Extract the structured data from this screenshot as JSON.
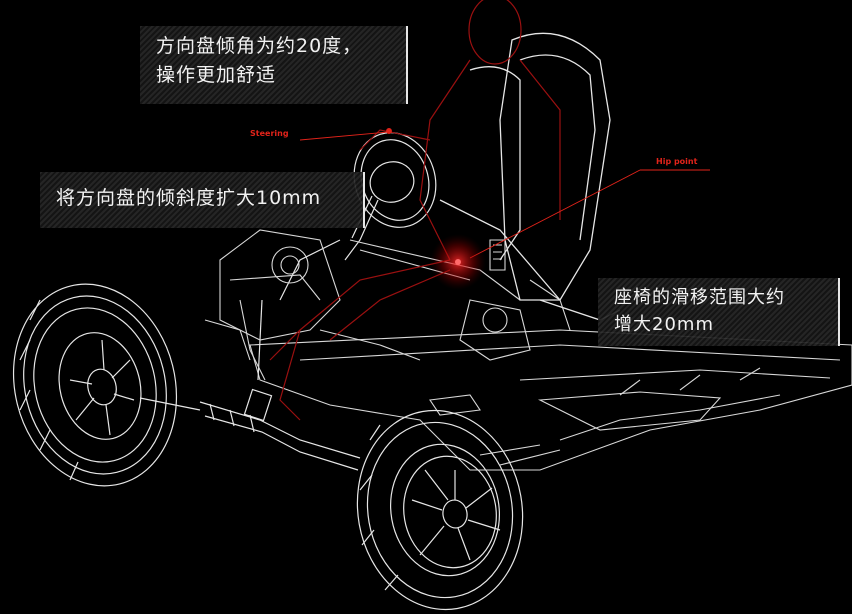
{
  "callouts": {
    "steering_angle": {
      "line1": "方向盘倾角为约20度，",
      "line2": "操作更加舒适"
    },
    "tilt_range": {
      "line1": "将方向盘的倾斜度扩大10mm"
    },
    "seat_slide": {
      "line1": "座椅的滑移范围大约",
      "line2": "增大20mm"
    }
  },
  "labels": {
    "steering": "Steering",
    "hip_point": "Hip point"
  },
  "colors": {
    "accent": "#e2231a",
    "wire": "#e8e8e8",
    "background": "#000000"
  }
}
